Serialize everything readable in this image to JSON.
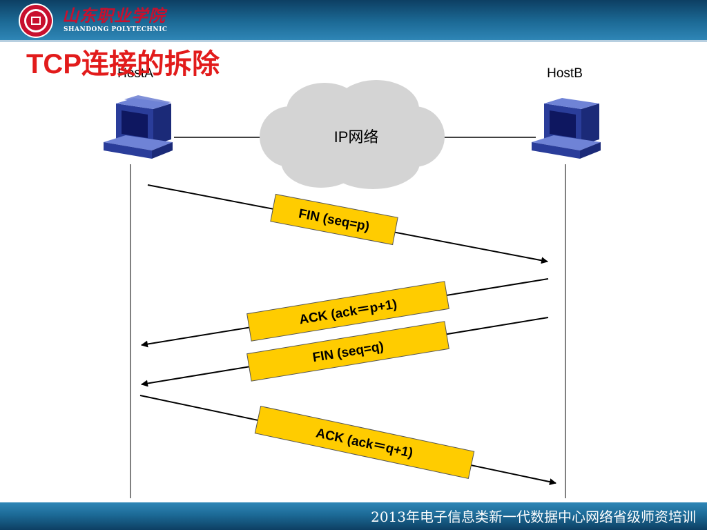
{
  "header": {
    "logo_name": "山东职业学院",
    "logo_sub": "SHANDONG POLYTECHNIC",
    "logo_icon": "school-seal"
  },
  "slide": {
    "title": "TCP连接的拆除"
  },
  "diagram": {
    "host_a": "HostA",
    "host_b": "HostB",
    "network": "IP网络",
    "messages": [
      {
        "label": "FIN (seq=p)",
        "direction": "A-to-B"
      },
      {
        "label": "ACK (ack＝p+1)",
        "direction": "B-to-A"
      },
      {
        "label": "FIN (seq=q)",
        "direction": "B-to-A"
      },
      {
        "label": "ACK (ack＝q+1)",
        "direction": "A-to-B"
      }
    ],
    "colors": {
      "label_box": "#ffcc00",
      "cloud": "#d4d4d4",
      "computer": "#2a3d9a"
    }
  },
  "footer": {
    "text": "2013年电子信息类新一代数据中心网络省级师资培训"
  }
}
